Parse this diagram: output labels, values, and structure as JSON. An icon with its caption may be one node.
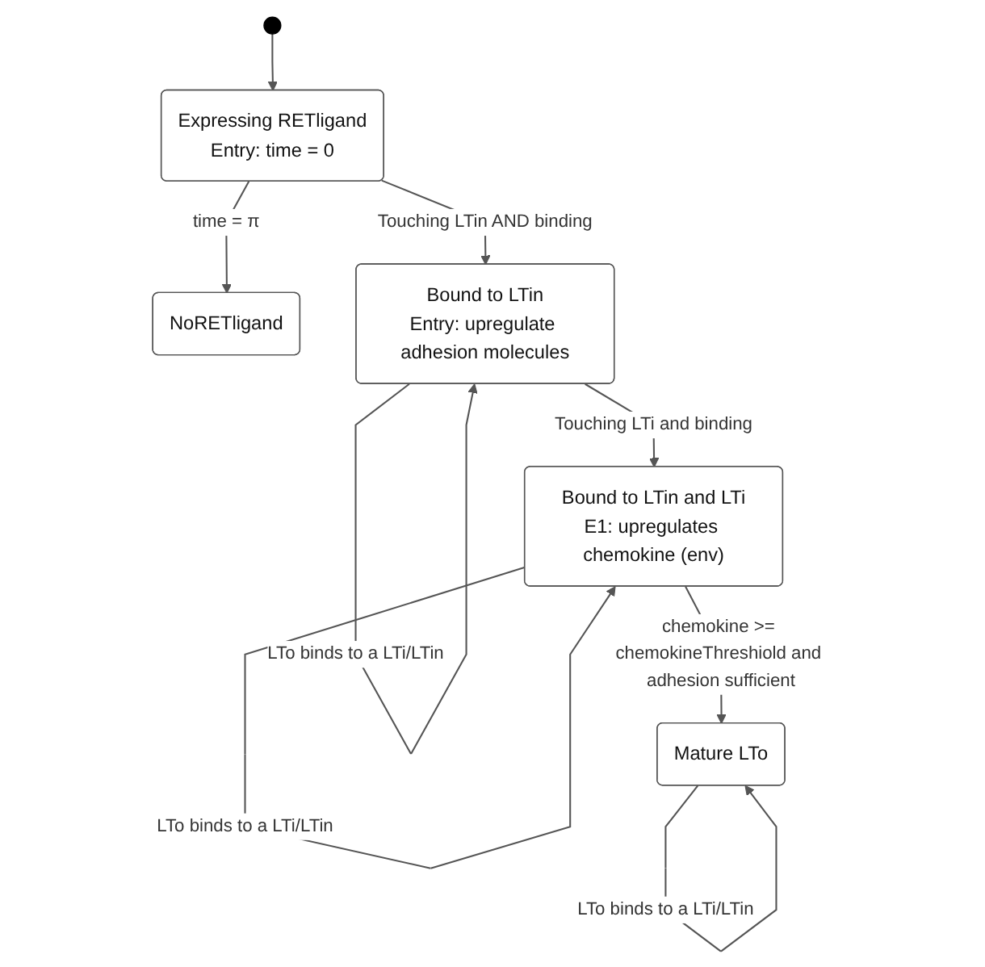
{
  "diagram": {
    "nodes": [
      {
        "text": [],
        "shape": "circle"
      },
      {
        "text": [
          "Expressing RETligand",
          "Entry: time = 0"
        ]
      },
      {
        "text": [
          "NoRETligand"
        ]
      },
      {
        "text": [
          "Bound to LTin",
          "Entry: upregulate adhesion molecules"
        ]
      },
      {
        "text": [
          "Bound to LTin and LTi",
          "E1: upregulates chemokine (env)"
        ]
      },
      {
        "text": [
          "Mature LTo"
        ]
      }
    ],
    "edges": [
      {
        "from": 0,
        "to": 1,
        "arrow": "to"
      },
      {
        "from": 1,
        "to": 2,
        "arrow": "to",
        "label": "time = π"
      },
      {
        "from": 1,
        "to": 3,
        "arrow": "to",
        "label": "Touching LTin AND binding"
      },
      {
        "from": 3,
        "to": 3,
        "arrow": "to",
        "label": "LTo binds to a LTi/LTin"
      },
      {
        "from": 3,
        "to": 4,
        "arrow": "to",
        "label": "Touching LTi and binding"
      },
      {
        "from": 4,
        "to": 4,
        "arrow": "to",
        "label": "LTo binds to a LTi/LTin"
      },
      {
        "from": 4,
        "to": 5,
        "arrow": "to",
        "label": "chemokine >= chemokineThreshiold and adhesion sufficient"
      },
      {
        "from": 5,
        "to": 5,
        "arrow": "to",
        "label": "LTo binds to a LTi/LTin"
      }
    ]
  }
}
